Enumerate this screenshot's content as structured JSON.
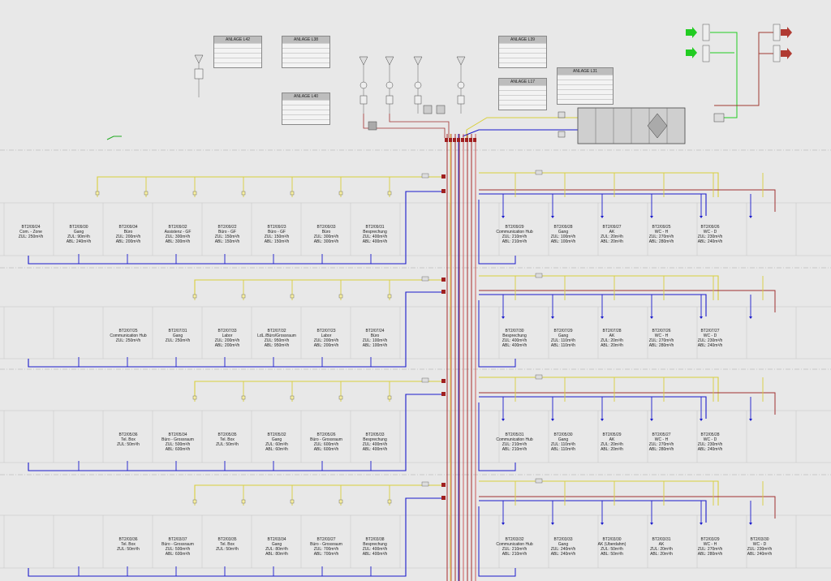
{
  "units": {
    "L42": {
      "title": "ANLAGE L42",
      "rows": 5
    },
    "L38": {
      "title": "ANLAGE L38",
      "rows": 5
    },
    "L39": {
      "title": "ANLAGE L39",
      "rows": 5
    },
    "L40": {
      "title": "ANLAGE L40",
      "rows": 5
    },
    "L17": {
      "title": "ANLAGE L17",
      "rows": 5
    },
    "L31": {
      "title": "ANLAGE L31",
      "rows": 6
    }
  },
  "floors": [
    {
      "id": "09",
      "rooms": [
        {
          "num": "BT2/09/24",
          "name": "Com. - Zone",
          "lines": [
            "ZUL: 250m³/h"
          ]
        },
        {
          "num": "BT2/09/30",
          "name": "Gang",
          "lines": [
            "ZUL: 90m³/h",
            "ABL: 240m³/h"
          ]
        },
        {
          "num": "BT2/09/34",
          "name": "Büro",
          "lines": [
            "ZUL: 200m³/h",
            "ABL: 200m³/h"
          ]
        },
        {
          "num": "BT2/09/32",
          "name": "Assistenz - GF",
          "lines": [
            "ZUL: 300m³/h",
            "ABL: 300m³/h"
          ]
        },
        {
          "num": "BT2/09/22",
          "name": "Büro - GF",
          "lines": [
            "ZUL: 150m³/h",
            "ABL: 150m³/h"
          ]
        },
        {
          "num": "BT2/09/23",
          "name": "Büro - GF",
          "lines": [
            "ZUL: 150m³/h",
            "ABL: 150m³/h"
          ]
        },
        {
          "num": "BT2/09/33",
          "name": "Büro",
          "lines": [
            "ZUL: 300m³/h",
            "ABL: 300m³/h"
          ]
        },
        {
          "num": "BT2/09/31",
          "name": "Besprechung",
          "lines": [
            "ZUL: 400m³/h",
            "ABL: 400m³/h"
          ]
        },
        {
          "num": "BT2/09/29",
          "name": "Communication Hub",
          "lines": [
            "ZUL: 210m³/h",
            "ABL: 210m³/h"
          ]
        },
        {
          "num": "BT2/09/28",
          "name": "Gang",
          "lines": [
            "ZUL: 100m³/h",
            "ABL: 100m³/h"
          ]
        },
        {
          "num": "BT2/09/27",
          "name": "AK",
          "lines": [
            "ZUL: 20m³/h",
            "ABL: 20m³/h"
          ]
        },
        {
          "num": "BT2/09/25",
          "name": "WC - H",
          "lines": [
            "ZUL: 270m³/h",
            "ABL: 280m³/h"
          ]
        },
        {
          "num": "BT2/09/26",
          "name": "WC - D",
          "lines": [
            "ZUL: 230m³/h",
            "ABL: 240m³/h"
          ]
        }
      ]
    },
    {
      "id": "07",
      "rooms": [
        {
          "num": "BT2/07/25",
          "name": "Communication Hub",
          "lines": [
            "ZUL: 250m³/h"
          ]
        },
        {
          "num": "BT2/07/31",
          "name": "Gang",
          "lines": [
            "ZUL: 250m³/h"
          ]
        },
        {
          "num": "BT2/07/33",
          "name": "Labor",
          "lines": [
            "ZUL: 200m³/h",
            "ABL: 200m³/h"
          ]
        },
        {
          "num": "BT2/07/32",
          "name": "LdL./Büro/Grossraum",
          "lines": [
            "ZUL: 950m³/h",
            "ABL: 950m³/h"
          ]
        },
        {
          "num": "BT2/07/23",
          "name": "Labor",
          "lines": [
            "ZUL: 200m³/h",
            "ABL: 200m³/h"
          ]
        },
        {
          "num": "BT2/07/24",
          "name": "Büro",
          "lines": [
            "ZUL: 100m³/h",
            "ABL: 100m³/h"
          ]
        },
        {
          "num": "BT2/07/30",
          "name": "Besprechung",
          "lines": [
            "ZUL: 400m³/h",
            "ABL: 400m³/h"
          ]
        },
        {
          "num": "BT2/07/29",
          "name": "Gang",
          "lines": [
            "ZUL: 110m³/h",
            "ABL: 110m³/h"
          ]
        },
        {
          "num": "BT2/07/28",
          "name": "AK",
          "lines": [
            "ZUL: 20m³/h",
            "ABL: 20m³/h"
          ]
        },
        {
          "num": "BT2/07/26",
          "name": "WC - H",
          "lines": [
            "ZUL: 270m³/h",
            "ABL: 280m³/h"
          ]
        },
        {
          "num": "BT2/07/27",
          "name": "WC - D",
          "lines": [
            "ZUL: 230m³/h",
            "ABL: 240m³/h"
          ]
        }
      ]
    },
    {
      "id": "05",
      "rooms": [
        {
          "num": "BT2/05/36",
          "name": "Tel. Box",
          "lines": [
            "ZUL: 50m³/h"
          ]
        },
        {
          "num": "BT2/05/34",
          "name": "Büro - Grossraum",
          "lines": [
            "ZUL: 500m³/h",
            "ABL: 600m³/h"
          ]
        },
        {
          "num": "BT2/05/35",
          "name": "Tel. Box",
          "lines": [
            "ZUL: 50m³/h"
          ]
        },
        {
          "num": "BT2/05/32",
          "name": "Gang",
          "lines": [
            "ZUL: 60m³/h",
            "ABL: 60m³/h"
          ]
        },
        {
          "num": "BT2/05/26",
          "name": "Büro - Grossraum",
          "lines": [
            "ZUL: 600m³/h",
            "ABL: 600m³/h"
          ]
        },
        {
          "num": "BT2/05/33",
          "name": "Besprechung",
          "lines": [
            "ZUL: 400m³/h",
            "ABL: 400m³/h"
          ]
        },
        {
          "num": "BT2/05/31",
          "name": "Communication Hub",
          "lines": [
            "ZUL: 210m³/h",
            "ABL: 210m³/h"
          ]
        },
        {
          "num": "BT2/05/30",
          "name": "Gang",
          "lines": [
            "ZUL: 110m³/h",
            "ABL: 110m³/h"
          ]
        },
        {
          "num": "BT2/05/29",
          "name": "AK",
          "lines": [
            "ZUL: 20m³/h",
            "ABL: 20m³/h"
          ]
        },
        {
          "num": "BT2/05/27",
          "name": "WC - H",
          "lines": [
            "ZUL: 270m³/h",
            "ABL: 280m³/h"
          ]
        },
        {
          "num": "BT2/05/28",
          "name": "WC - D",
          "lines": [
            "ZUL: 230m³/h",
            "ABL: 240m³/h"
          ]
        }
      ]
    },
    {
      "id": "03",
      "rooms": [
        {
          "num": "BT2/03/36",
          "name": "Tel. Box",
          "lines": [
            "ZUL: 50m³/h"
          ]
        },
        {
          "num": "BT2/03/37",
          "name": "Büro - Grossraum",
          "lines": [
            "ZUL: 500m³/h",
            "ABL: 600m³/h"
          ]
        },
        {
          "num": "BT2/03/35",
          "name": "Tel. Box",
          "lines": [
            "ZUL: 50m³/h"
          ]
        },
        {
          "num": "BT2/03/34",
          "name": "Gang",
          "lines": [
            "ZUL: 80m³/h",
            "ABL: 80m³/h"
          ]
        },
        {
          "num": "BT2/03/27",
          "name": "Büro - Grossraum",
          "lines": [
            "ZUL: 700m³/h",
            "ABL: 700m³/h"
          ]
        },
        {
          "num": "BT2/03/38",
          "name": "Besprechung",
          "lines": [
            "ZUL: 400m³/h",
            "ABL: 400m³/h"
          ]
        },
        {
          "num": "BT2/03/32",
          "name": "Communication Hub",
          "lines": [
            "ZUL: 210m³/h",
            "ABL: 210m³/h"
          ]
        },
        {
          "num": "BT2/03/33",
          "name": "Gang",
          "lines": [
            "ZUL: 240m³/h",
            "ABL: 240m³/h"
          ]
        },
        {
          "num": "BT2/03/30",
          "name": "AK (Überdahm)",
          "lines": [
            "ZUL: 50m³/h",
            "ABL: 50m³/h"
          ]
        },
        {
          "num": "BT2/03/31",
          "name": "AK",
          "lines": [
            "ZUL: 20m³/h",
            "ABL: 20m³/h"
          ]
        },
        {
          "num": "BT2/03/29",
          "name": "WC - H",
          "lines": [
            "ZUL: 270m³/h",
            "ABL: 280m³/h"
          ]
        },
        {
          "num": "BT2/03/30",
          "name": "WC - D",
          "lines": [
            "ZUL: 230m³/h",
            "ABL: 240m³/h"
          ]
        }
      ]
    }
  ],
  "colors": {
    "background": "#e8e8e8",
    "supply": "#d9cf3c",
    "exhaust": "#1a1acc",
    "riser": "#a01818",
    "outside_air": "#22cc22",
    "exhaust_out": "#a03a32",
    "grid": "#c4c4c4"
  }
}
